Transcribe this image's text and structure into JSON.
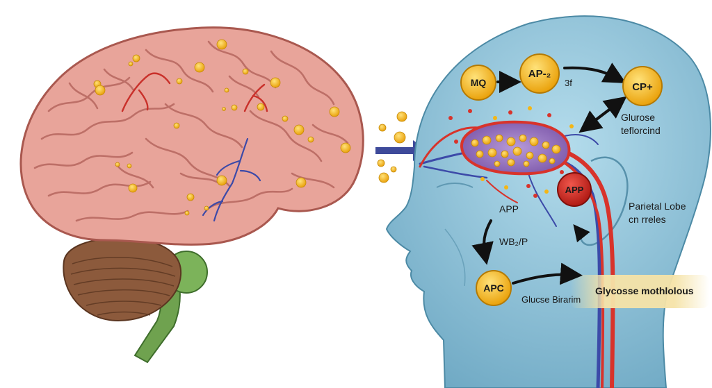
{
  "colors": {
    "brain": "#e8a49a",
    "brain_fold": "#b96a62",
    "cerebellum": "#8c5a3c",
    "brainstem": "#6fa24f",
    "head": "#8ec3d9",
    "node": "#f4b615",
    "app_node": "#d62a23",
    "vessel_red": "#d8332b",
    "vessel_blue": "#3c4aa8",
    "vesicle": "#8a66b8",
    "arrow": "#111111",
    "inflow_arrow": "#3e4a9a"
  },
  "nodes": {
    "mq": "MQ",
    "ap2": "AP-₂",
    "cp": "CP+",
    "app": "APP",
    "apc": "APC"
  },
  "labels": {
    "ap2_suffix": "3f",
    "glucose_line1": "Glurose",
    "glucose_line2": "teflorcind",
    "parietal_line1": "Parietal Lobe",
    "parietal_line2": "cn rreles",
    "app_side": "APP",
    "wb": "WB₂/P",
    "glucse": "Glucse Birarim",
    "glycosse": "Glycosse mothlolous"
  }
}
